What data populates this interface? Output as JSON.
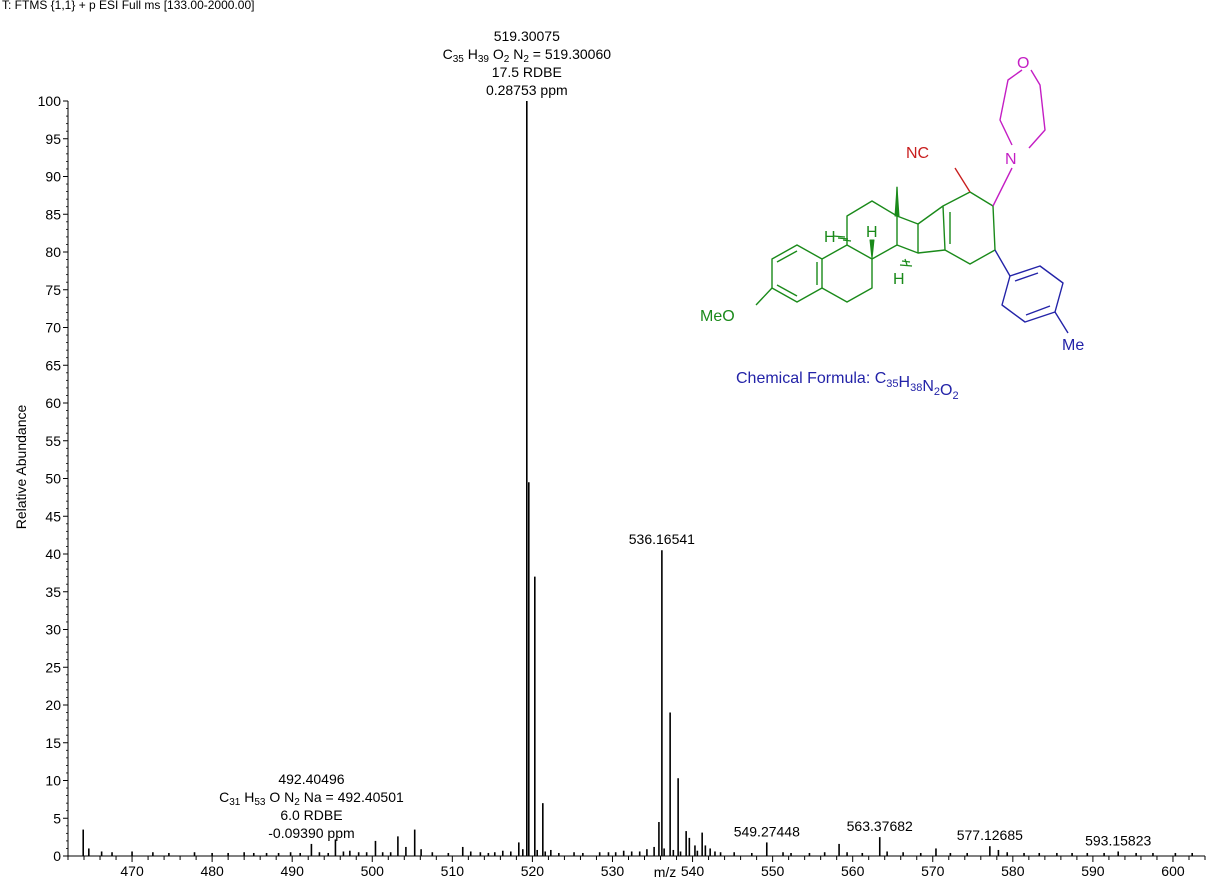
{
  "chart_data": {
    "type": "bar",
    "header": "T: FTMS {1,1} + p ESI Full ms [133.00-2000.00]",
    "xlabel": "m/z",
    "ylabel": "Relative Abundance",
    "xlim": [
      462,
      604
    ],
    "ylim": [
      0,
      100
    ],
    "x_ticks": [
      470,
      480,
      490,
      500,
      510,
      520,
      530,
      540,
      550,
      560,
      570,
      580,
      590,
      600
    ],
    "y_ticks": [
      0,
      5,
      10,
      15,
      20,
      25,
      30,
      35,
      40,
      45,
      50,
      55,
      60,
      65,
      70,
      75,
      80,
      85,
      90,
      95,
      100
    ],
    "series": [
      {
        "x": [
          463.9,
          464.6,
          466.2,
          467.5,
          470.0,
          472.6,
          474.6,
          477.8,
          480.0,
          482.0,
          484.0,
          485.2,
          486.8,
          488.3,
          489.8,
          491.0,
          492.4,
          493.4,
          494.5,
          495.4,
          496.4,
          497.2,
          498.3,
          499.3,
          500.4,
          501.3,
          502.3,
          503.2,
          504.2,
          505.3,
          506.1,
          507.5,
          509.5,
          511.3,
          512.3,
          513.5,
          514.5,
          515.3,
          516.3,
          517.3,
          518.3,
          518.8,
          519.3,
          519.55,
          520.3,
          520.6,
          521.3,
          521.6,
          522.3,
          523.3,
          525.2,
          526.3,
          528.4,
          529.5,
          530.4,
          531.4,
          532.4,
          533.4,
          534.3,
          535.2,
          535.8,
          536.17,
          536.45,
          537.2,
          537.6,
          538.2,
          538.5,
          539.2,
          539.6,
          540.3,
          540.6,
          541.2,
          541.6,
          542.2,
          542.8,
          543.5,
          545.2,
          547.4,
          549.27,
          551.3,
          552.3,
          554.6,
          556.5,
          558.3,
          559.3,
          561.2,
          563.38,
          564.3,
          566.3,
          568.5,
          570.4,
          572.2,
          574.3,
          577.13,
          578.2,
          579.3,
          581.4,
          583.3,
          585.5,
          587.4,
          589.3,
          591.4,
          593.16,
          595.4,
          597.5,
          600.3,
          602.4
        ],
        "y": [
          3.5,
          1.0,
          0.6,
          0.5,
          0.6,
          0.5,
          0.4,
          0.5,
          0.4,
          0.4,
          0.5,
          0.4,
          0.4,
          0.4,
          0.5,
          0.4,
          1.6,
          0.5,
          0.4,
          2.2,
          0.6,
          0.7,
          0.5,
          0.5,
          2.0,
          0.5,
          0.5,
          2.6,
          1.2,
          3.5,
          0.9,
          0.5,
          0.4,
          1.2,
          0.6,
          0.5,
          0.4,
          0.5,
          0.7,
          0.6,
          1.8,
          0.9,
          100.0,
          49.5,
          37.0,
          0.8,
          7.0,
          0.6,
          0.8,
          0.4,
          0.5,
          0.4,
          0.5,
          0.5,
          0.5,
          0.7,
          0.6,
          0.6,
          0.9,
          1.2,
          4.5,
          40.5,
          1.0,
          19.0,
          0.8,
          10.3,
          0.6,
          3.3,
          2.4,
          1.4,
          0.7,
          3.1,
          1.4,
          1.0,
          0.6,
          0.5,
          0.5,
          0.4,
          1.8,
          0.5,
          0.4,
          0.4,
          0.5,
          1.6,
          0.5,
          0.4,
          2.5,
          0.6,
          0.5,
          0.4,
          1.0,
          0.4,
          0.4,
          1.3,
          0.8,
          0.5,
          0.4,
          0.4,
          0.4,
          0.4,
          0.4,
          0.4,
          0.6,
          0.4,
          0.4,
          0.4,
          0.4
        ]
      }
    ],
    "peak_labels": [
      {
        "x": 519.30075,
        "y": 100,
        "lines": [
          "519.30075",
          "C35 H39 O2 N2 = 519.30060",
          "17.5 RDBE",
          "0.28753 ppm"
        ]
      },
      {
        "x": 536.16541,
        "y": 40.5,
        "lines": [
          "536.16541"
        ]
      },
      {
        "x": 492.40496,
        "y": 1.6,
        "lines": [
          "492.40496",
          "C31 H53 O N2 Na = 492.40501",
          "6.0 RDBE",
          "-0.09390 ppm"
        ]
      },
      {
        "x": 549.27448,
        "y": 1.8,
        "lines": [
          "549.27448"
        ]
      },
      {
        "x": 563.37682,
        "y": 2.5,
        "lines": [
          "563.37682"
        ]
      },
      {
        "x": 577.12685,
        "y": 1.3,
        "lines": [
          "577.12685"
        ]
      },
      {
        "x": 593.15823,
        "y": 0.6,
        "lines": [
          "593.15823"
        ]
      }
    ]
  },
  "annotations": {
    "formula_caption_prefix": "Chemical Formula: ",
    "formula_caption_formula": "C35H38N2O2",
    "structure_labels": {
      "meo": "MeO",
      "me": "Me",
      "nc": "NC",
      "n": "N",
      "o": "O",
      "h1": "H",
      "h2": "H",
      "h3": "H"
    },
    "colors": {
      "steroid": "#1a8a1a",
      "aryl": "#2323a8",
      "nitrile": "#c81e1e",
      "morpholine": "#c41ec4",
      "caption": "#2323a8"
    }
  }
}
